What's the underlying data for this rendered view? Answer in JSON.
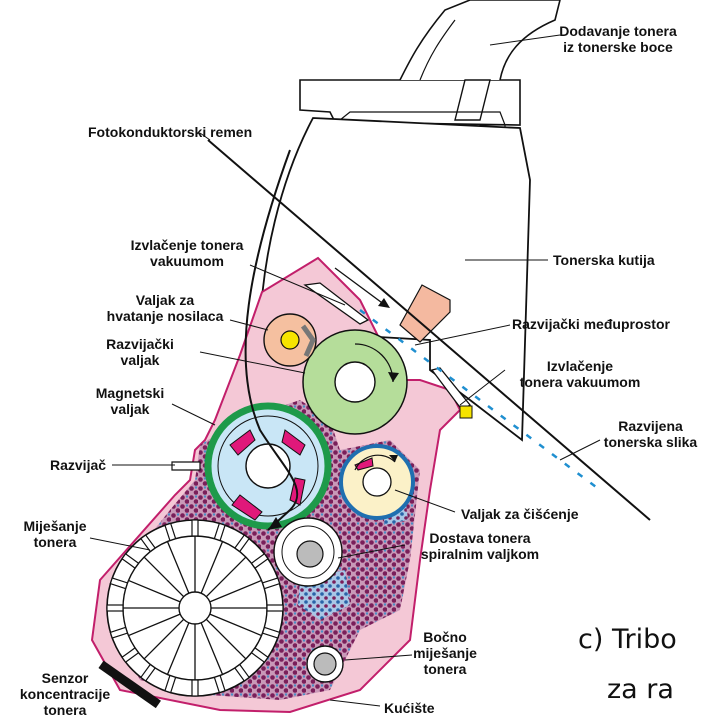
{
  "labels": {
    "dodavanje_tonera": "Dodavanje tonera\niz tonerske boce",
    "fotokonduktorski_remen": "Fotokonduktorski remen",
    "izvlacenje_vakuumom_1": "Izvlačenje tonera\nvakuumom",
    "tonerska_kutija": "Tonerska kutija",
    "valjak_nosilaca": "Valjak za\nhvatanje nosilaca",
    "razvijacki_medjuprostor": "Razvijački međuprostor",
    "razvijacki_valjak": "Razvijački\nvaljak",
    "izvlacenje_vakuumom_2": "Izvlačenje\ntonera vakuumom",
    "magnetski_valjak": "Magnetski\nvaljak",
    "razvijena_slika": "Razvijena\ntonerska slika",
    "razvijac": "Razvijač",
    "valjak_ciscenje": "Valjak za čišćenje",
    "mijesanje_tonera": "Miješanje\ntonera",
    "dostava_tonera": "Dostava tonera\nspiralnim valjkom",
    "bocno_mijesanje": "Bočno\nmiješanje\ntonera",
    "senzor": "Senzor\nkoncentracije\ntonera",
    "kuciste": "Kućište"
  },
  "caption": {
    "line1": "c) Tribo",
    "line2": "za ra"
  },
  "colors": {
    "housing": "#f4c8d6",
    "housing_edge": "#c21f6b",
    "developing_roller": "#b5dd9a",
    "magnetic_roller": "#c9e6f6",
    "magnet_ring": "#1e9a4a",
    "magnet_pole": "#e0187a",
    "carrier_roller": "#f5c0a0",
    "carrier_core": "#f6e400",
    "toner_dots": "#7a1f5a",
    "cleaning_roller": "#fbf1c8",
    "cleaning_ring": "#1f6fb0",
    "blade_fill": "#f4b9a0"
  }
}
